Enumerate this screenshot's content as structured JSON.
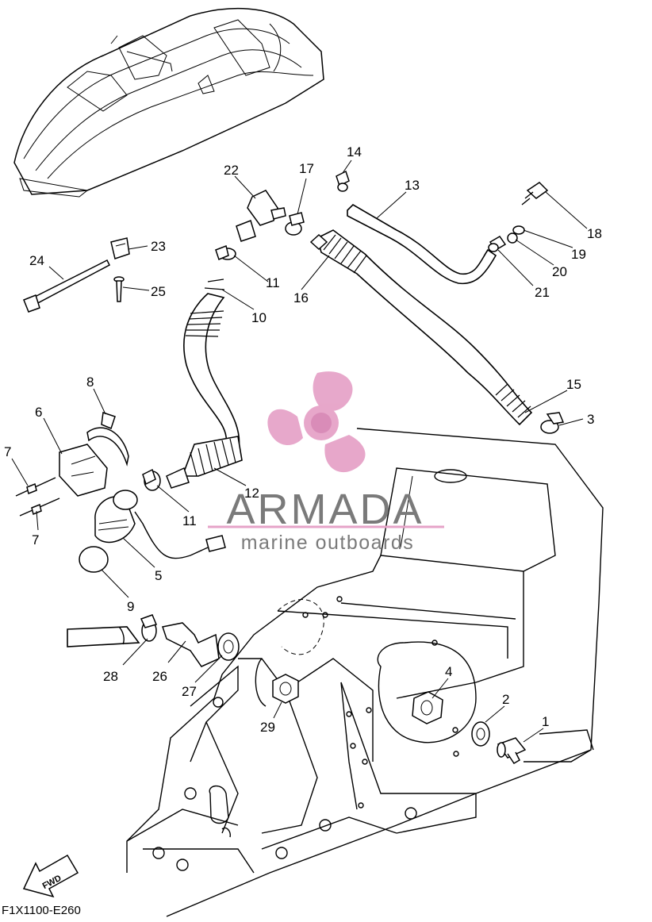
{
  "diagram_code": "F1X1100-E260",
  "fwd_label": "FWD",
  "watermark": {
    "brand": "ARMADA",
    "tagline": "marine outboards",
    "color": "#e6a3c8",
    "text_color": "#7a7a7a"
  },
  "callouts": [
    "1",
    "2",
    "3",
    "4",
    "5",
    "6",
    "7",
    "7",
    "8",
    "9",
    "10",
    "11",
    "11",
    "12",
    "13",
    "14",
    "15",
    "16",
    "17",
    "18",
    "19",
    "20",
    "21",
    "22",
    "23",
    "24",
    "25",
    "26",
    "27",
    "28",
    "29"
  ]
}
